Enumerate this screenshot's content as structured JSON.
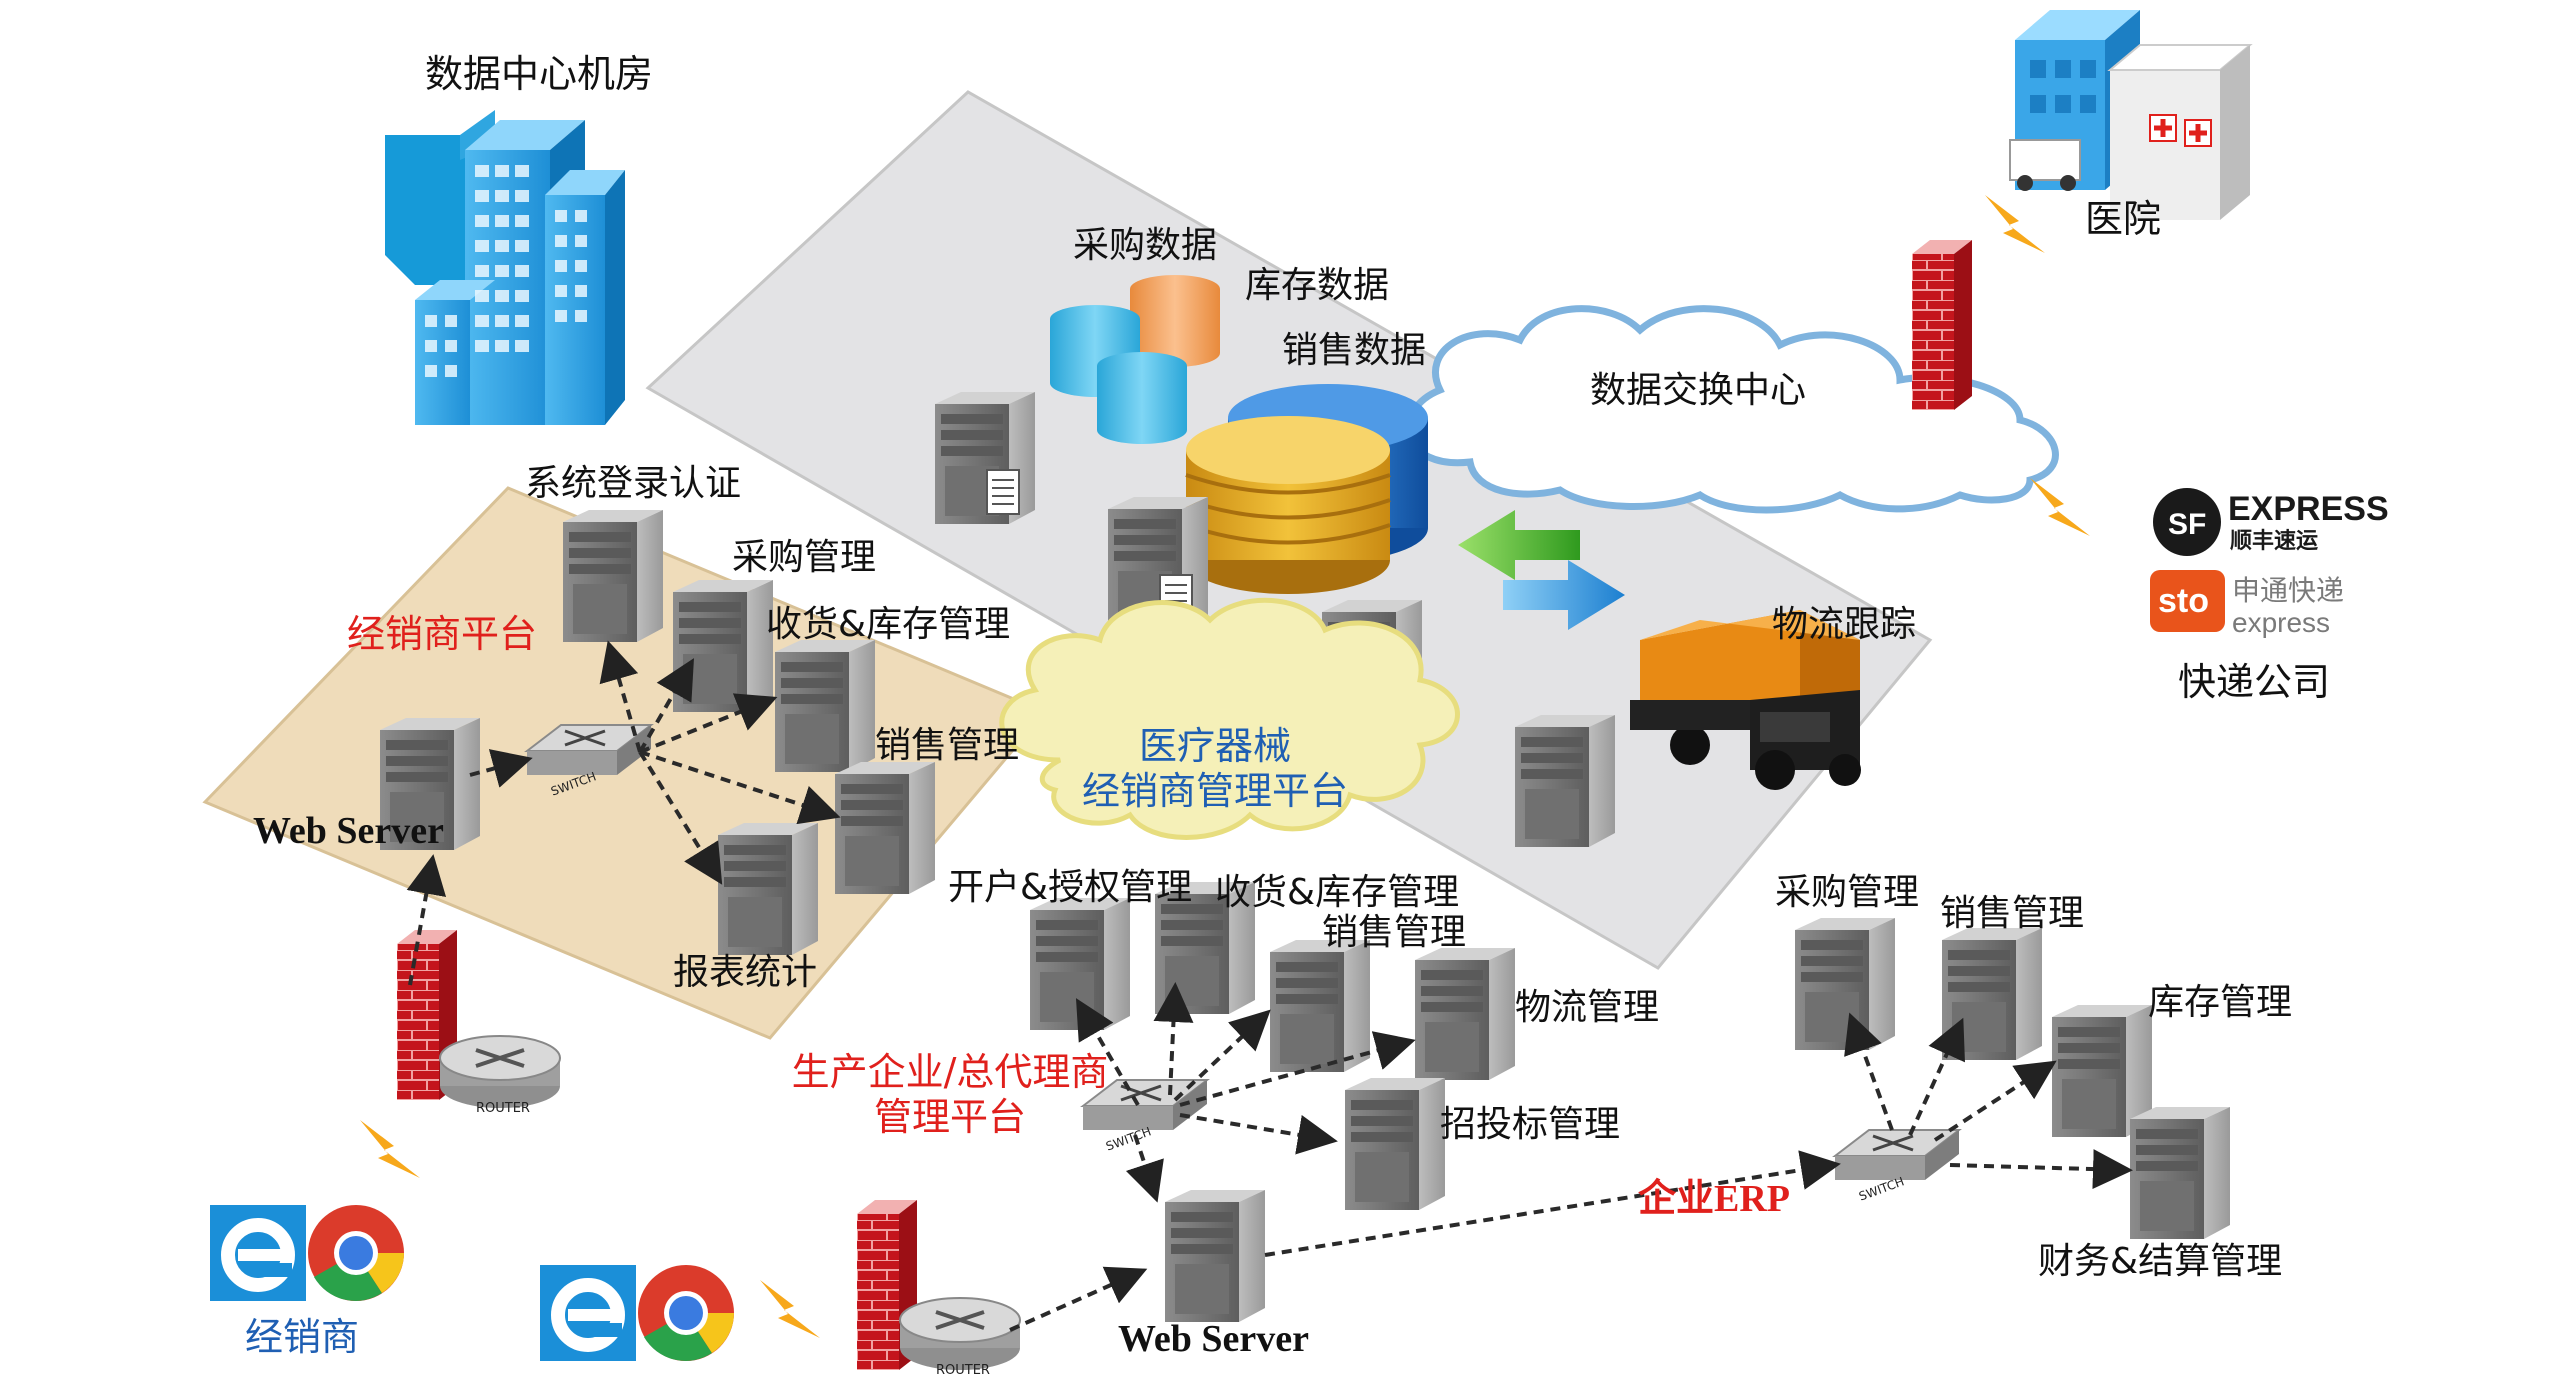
{
  "labels": {
    "datacenter": "数据中心机房",
    "hospital": "医院",
    "purchase_data": "采购数据",
    "inventory_data": "库存数据",
    "sales_data": "销售数据",
    "exchange_center": "数据交换中心",
    "sso": "系统登录认证",
    "dealer_purchase": "采购管理",
    "dealer_receiving": "收货&库存管理",
    "dealer_sales": "销售管理",
    "dealer_reports": "报表统计",
    "dealer_platform": "经销商平台",
    "web_server_left": "Web Server",
    "cloud_line1": "医疗器械",
    "cloud_line2": "经销商管理平台",
    "logistics_tracking": "物流跟踪",
    "express_company": "快递公司",
    "open_auth": "开户&授权管理",
    "mfr_receiving": "收货&库存管理",
    "mfr_sales": "销售管理",
    "logistics_mgmt": "物流管理",
    "tender_mgmt": "招投标管理",
    "mfr_platform_line1": "生产企业/总代理商",
    "mfr_platform_line2": "管理平台",
    "web_server_bottom": "Web Server",
    "erp_purchase": "采购管理",
    "erp_sales": "销售管理",
    "erp_inventory": "库存管理",
    "erp_finance": "财务&结算管理",
    "enterprise_erp": "企业ERP",
    "dealer": "经销商"
  },
  "logos": {
    "sf_mark": "SF",
    "sf_title": "EXPRESS",
    "sf_sub": "顺丰速运",
    "sto_mark": "sto",
    "sto_title": "申通快递",
    "sto_sub": "express"
  },
  "device_text": {
    "switch": "SWITCH",
    "router": "ROUTER"
  },
  "colors": {
    "red_label": "#e0201c",
    "blue_label": "#1f5fb3",
    "dealer_platform_fill": "#efdcba",
    "center_platform_fill": "#e3e3e5",
    "cloud_fill": "#f5f0b8",
    "exchange_cloud_stroke": "#7fb3de"
  }
}
